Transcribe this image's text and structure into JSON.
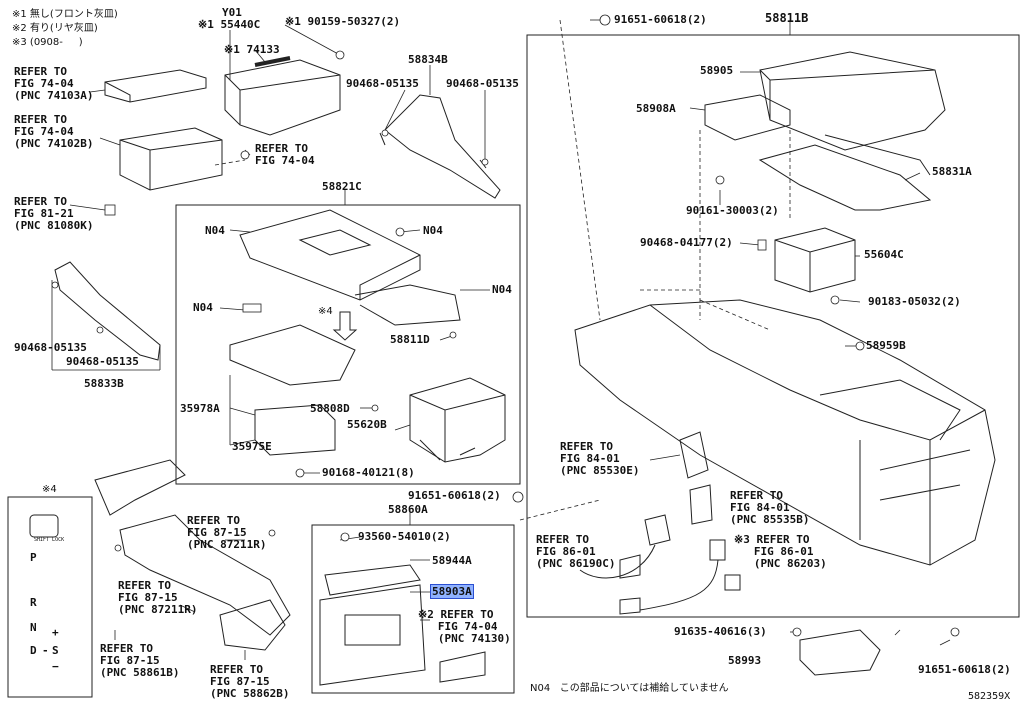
{
  "notes": {
    "n1": "※1 無し(フロント灰皿)",
    "n2": "※2 有り(リヤ灰皿)",
    "n3": "※3 (0908-     )",
    "n4": "N04   この部品については補給していません"
  },
  "diagram_id": "582359X",
  "shift_panel": {
    "marker": "※4",
    "shift_lock": "SHIFT LOCK",
    "positions": [
      "P",
      "R",
      "N",
      "D",
      "+",
      "-",
      "S",
      "−"
    ]
  },
  "labels": {
    "y01": "Y01",
    "p55440c": "※1 55440C",
    "p19015950327": "※1 90159-50327(2)",
    "p74133": "※1 74133",
    "ref_74103a": "REFER TO\nFIG 74-04\n(PNC 74103A)",
    "ref_74102b": "REFER TO\nFIG 74-04\n(PNC 74102B)",
    "ref_7404": "REFER TO\nFIG 74-04",
    "ref_81080k": "REFER TO\nFIG 81-21\n(PNC 81080K)",
    "p58834b": "58834B",
    "p9046805135a": "90468-05135",
    "p9046805135b": "90468-05135",
    "p58821c": "58821C",
    "n04a": "N04",
    "n04b": "N04",
    "n04c": "N04",
    "n04d": "N04",
    "marker4": "※4",
    "p58811d": "58811D",
    "p9046805135c": "90468-05135",
    "p9046805135d": "90468-05135",
    "p58833b": "58833B",
    "p35978a": "35978A",
    "p58808d": "58808D",
    "p55620b": "55620B",
    "p35975e": "35975E",
    "p9016840121": "90168-40121(8)",
    "p9165160618top": "91651-60618(2)",
    "p58811b": "58811B",
    "p58905": "58905",
    "p58908a": "58908A",
    "p58831a": "58831A",
    "p9016130003": "90161-30003(2)",
    "p9046804177": "90468-04177(2)",
    "p55604c": "55604C",
    "p9018305032": "90183-05032(2)",
    "p58959b": "58959B",
    "ref_85530e": "REFER TO\nFIG 84-01\n(PNC 85530E)",
    "p9165160618mid": "91651-60618(2)",
    "p58860a": "58860A",
    "p9356054010": "93560-54010(2)",
    "p58944a": "58944A",
    "p58903a": "58903A",
    "ref_74130": "※2 REFER TO\n   FIG 74-04\n   (PNC 74130)",
    "ref_87211r_a": "REFER TO\nFIG 87-15\n(PNC 87211R)",
    "ref_87211r_b": "REFER TO\nFIG 87-15\n(PNC 87211R)",
    "ref_58861b": "REFER TO\nFIG 87-15\n(PNC 58861B)",
    "ref_58862b": "REFER TO\nFIG 87-15\n(PNC 58862B)",
    "ref_85535b": "REFER TO\nFIG 84-01\n(PNC 85535B)",
    "ref_86190c": "REFER TO\nFIG 86-01\n(PNC 86190C)",
    "ref_86203": "※3 REFER TO\n   FIG 86-01\n   (PNC 86203)",
    "p9163540616": "91635-40616(3)",
    "p58993": "58993",
    "p9165160618bot": "91651-60618(2)"
  },
  "colors": {
    "line": "#222222",
    "highlight": "#8fb2ff",
    "highlight_border": "#2b4fd1"
  }
}
